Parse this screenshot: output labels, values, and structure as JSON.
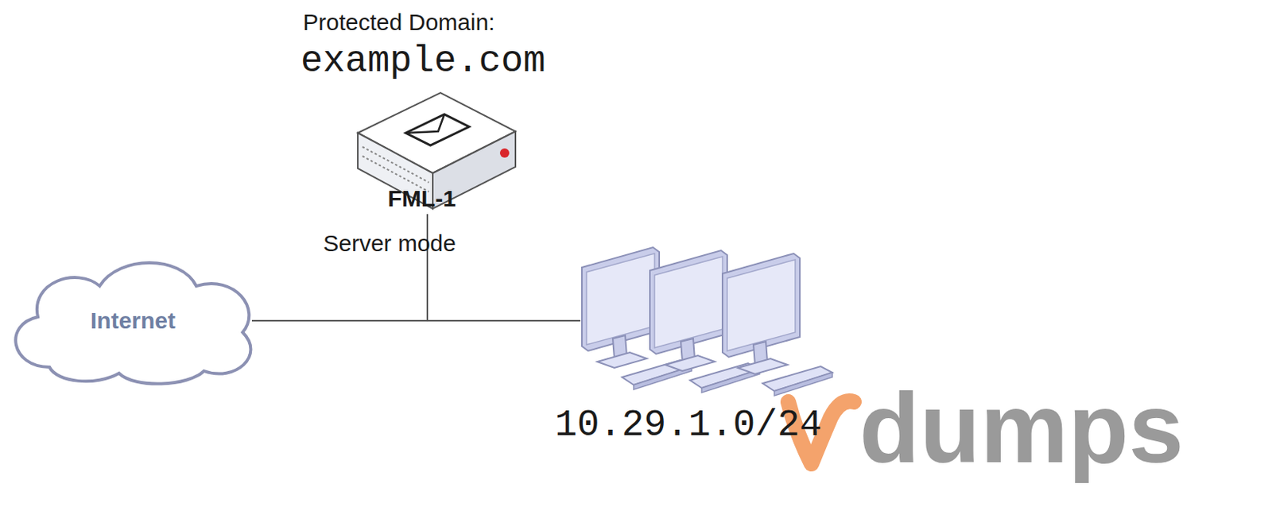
{
  "diagram": {
    "nodes": [
      {
        "text": [
          "Protected Domain:",
          "example.com",
          "FML-1",
          "Server mode"
        ]
      },
      {
        "text": [
          "Internet"
        ]
      },
      {
        "text": [
          "10.29.1.0/24"
        ]
      }
    ],
    "edges": [
      {
        "from": 1,
        "to": 0,
        "arrow": "none"
      },
      {
        "from": 1,
        "to": 2,
        "arrow": "none"
      },
      {
        "from": 0,
        "to": 2,
        "arrow": "none"
      }
    ],
    "labels": [
      "dumps"
    ]
  }
}
